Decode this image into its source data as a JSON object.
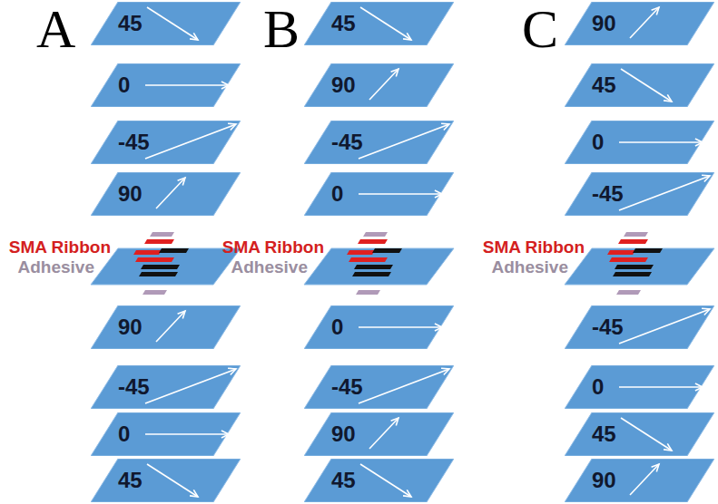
{
  "diagram": {
    "nodes": [
      {
        "text": [
          "45"
        ]
      },
      {
        "text": [
          "0"
        ]
      },
      {
        "text": [
          "-45"
        ]
      },
      {
        "text": [
          "90"
        ]
      },
      {
        "text": [
          "90"
        ]
      },
      {
        "text": [
          "-45"
        ]
      },
      {
        "text": [
          "0"
        ]
      },
      {
        "text": [
          "45"
        ]
      },
      {
        "text": [
          "45"
        ]
      },
      {
        "text": [
          "90"
        ]
      },
      {
        "text": [
          "-45"
        ]
      },
      {
        "text": [
          "0"
        ]
      },
      {
        "text": [
          "0"
        ]
      },
      {
        "text": [
          "-45"
        ]
      },
      {
        "text": [
          "90"
        ]
      },
      {
        "text": [
          "45"
        ]
      },
      {
        "text": [
          "90"
        ]
      },
      {
        "text": [
          "45"
        ]
      },
      {
        "text": [
          "0"
        ]
      },
      {
        "text": [
          "-45"
        ]
      },
      {
        "text": [
          "-45"
        ]
      },
      {
        "text": [
          "0"
        ]
      },
      {
        "text": [
          "45"
        ]
      },
      {
        "text": [
          "90"
        ]
      }
    ],
    "labels": [
      "A",
      "B",
      "C",
      "SMA Ribbon",
      "Adhesive",
      "SMA Ribbon",
      "Adhesive",
      "SMA Ribbon",
      "Adhesive"
    ]
  }
}
